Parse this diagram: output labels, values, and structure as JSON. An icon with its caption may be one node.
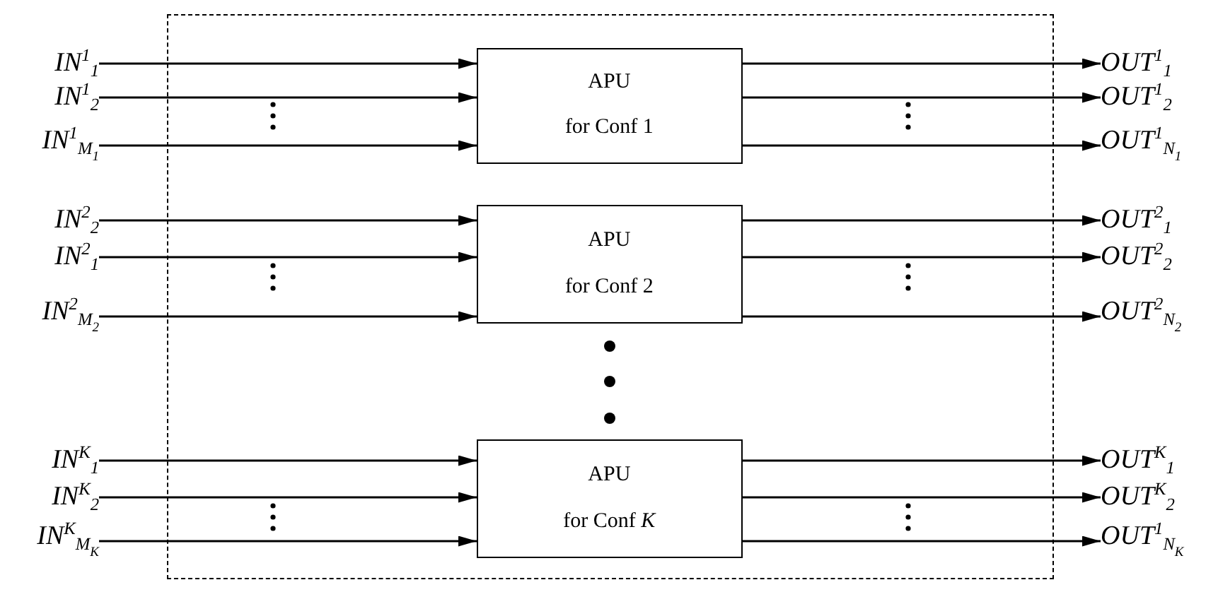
{
  "diagram": {
    "nodes": [
      {
        "text": [],
        "shape": "box"
      },
      {
        "text": [
          "APU",
          "for Conf 1"
        ],
        "in": 0
      },
      {
        "text": [
          "APU",
          "for Conf 2"
        ],
        "in": 0
      },
      {
        "text": [
          "APU",
          "for Conf *K*"
        ],
        "in": 0
      },
      {
        "text": [
          "IN$^{1}$$_{1}$"
        ]
      },
      {
        "text": [
          "IN$^{1}$$_{2}$"
        ]
      },
      {
        "text": [
          "IN$^{1}$$_{M}$$_{1}$"
        ]
      },
      {
        "text": [
          "IN$^{2}$$_{2}$"
        ]
      },
      {
        "text": [
          "IN$^{2}$$_{1}$"
        ]
      },
      {
        "text": [
          "IN$^{2}$$_{M}$$_{2}$"
        ]
      },
      {
        "text": [
          "IN$^{K}$$_{1}$"
        ]
      },
      {
        "text": [
          "IN$^{K}$$_{2}$"
        ]
      },
      {
        "text": [
          "IN$^{K}$$_{M}$$_{K}$"
        ]
      },
      {
        "text": [
          "OUT$^{1}$$_{1}$"
        ]
      },
      {
        "text": [
          "OUT$^{1}$$_{2}$"
        ]
      },
      {
        "text": [
          "OUT$^{1}$$_{N}$$_{1}$"
        ]
      },
      {
        "text": [
          "OUT$^{2}$$_{1}$"
        ]
      },
      {
        "text": [
          "OUT$^{2}$$_{2}$"
        ]
      },
      {
        "text": [
          "OUT$^{2}$$_{N}$$_{2}$"
        ]
      },
      {
        "text": [
          "OUT$^{K}$$_{1}$"
        ]
      },
      {
        "text": [
          "OUT$^{K}$$_{2}$"
        ]
      },
      {
        "text": [
          "OUT$^{1}$$_{N}$$_{K}$"
        ]
      }
    ],
    "edges": [
      {
        "from": 4,
        "to": 1,
        "arrow": "to"
      },
      {
        "from": 5,
        "to": 1,
        "arrow": "to"
      },
      {
        "from": 6,
        "to": 1,
        "arrow": "to"
      },
      {
        "from": 7,
        "to": 2,
        "arrow": "to"
      },
      {
        "from": 8,
        "to": 2,
        "arrow": "to"
      },
      {
        "from": 9,
        "to": 2,
        "arrow": "to"
      },
      {
        "from": 10,
        "to": 3,
        "arrow": "to"
      },
      {
        "from": 11,
        "to": 3,
        "arrow": "to"
      },
      {
        "from": 12,
        "to": 3,
        "arrow": "to"
      },
      {
        "from": 1,
        "to": 13,
        "arrow": "to"
      },
      {
        "from": 1,
        "to": 14,
        "arrow": "to"
      },
      {
        "from": 1,
        "to": 15,
        "arrow": "to"
      },
      {
        "from": 2,
        "to": 16,
        "arrow": "to"
      },
      {
        "from": 2,
        "to": 17,
        "arrow": "to"
      },
      {
        "from": 2,
        "to": 18,
        "arrow": "to"
      },
      {
        "from": 3,
        "to": 19,
        "arrow": "to"
      },
      {
        "from": 3,
        "to": 20,
        "arrow": "to"
      },
      {
        "from": 3,
        "to": 21,
        "arrow": "to"
      }
    ]
  }
}
